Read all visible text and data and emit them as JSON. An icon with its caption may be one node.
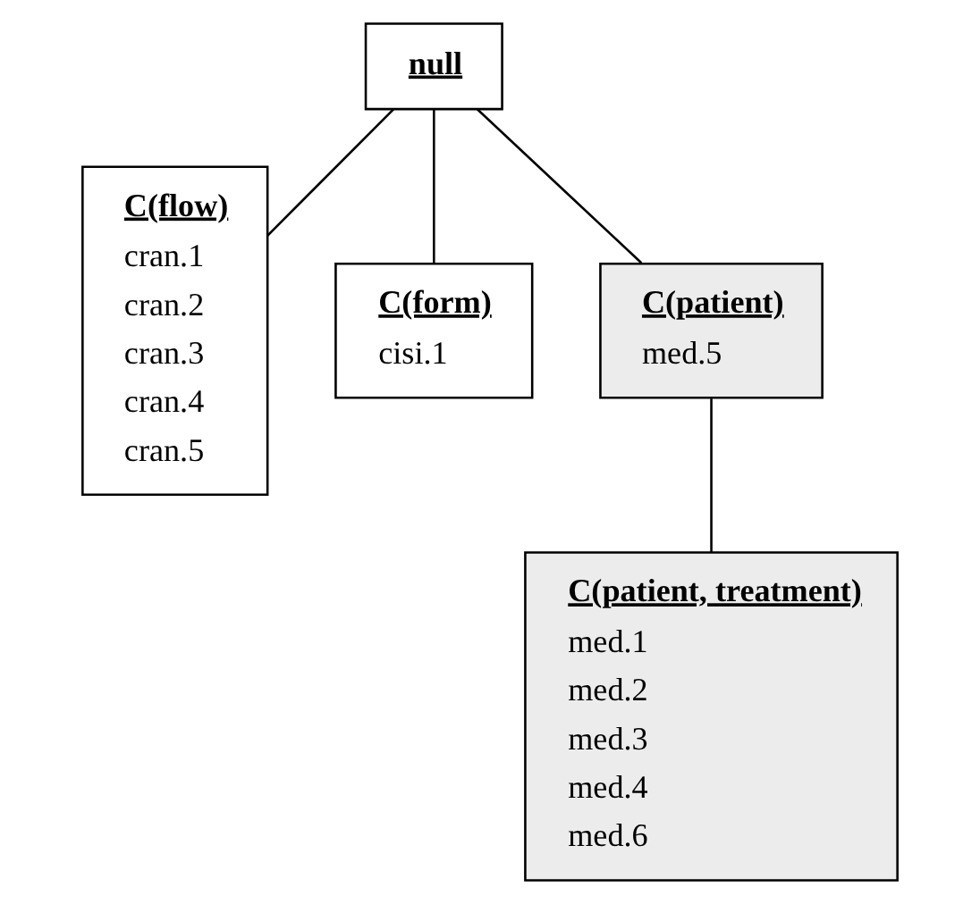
{
  "diagram": {
    "nodes": [
      {
        "text": [
          "null"
        ]
      },
      {
        "text": [
          "C(flow)",
          "cran.1",
          "cran.2",
          "cran.3",
          "cran.4",
          "cran.5"
        ]
      },
      {
        "text": [
          "C(form)",
          "cisi.1"
        ]
      },
      {
        "text": [
          "C(patient)",
          "med.5"
        ]
      },
      {
        "text": [
          "C(patient, treatment)",
          "med.1",
          "med.2",
          "med.3",
          "med.4",
          "med.6"
        ]
      }
    ],
    "edges": [
      {
        "from": 0,
        "to": 1,
        "arrow": "none"
      },
      {
        "from": 0,
        "to": 2,
        "arrow": "none"
      },
      {
        "from": 0,
        "to": 3,
        "arrow": "none"
      },
      {
        "from": 3,
        "to": 4,
        "arrow": "none"
      }
    ]
  }
}
